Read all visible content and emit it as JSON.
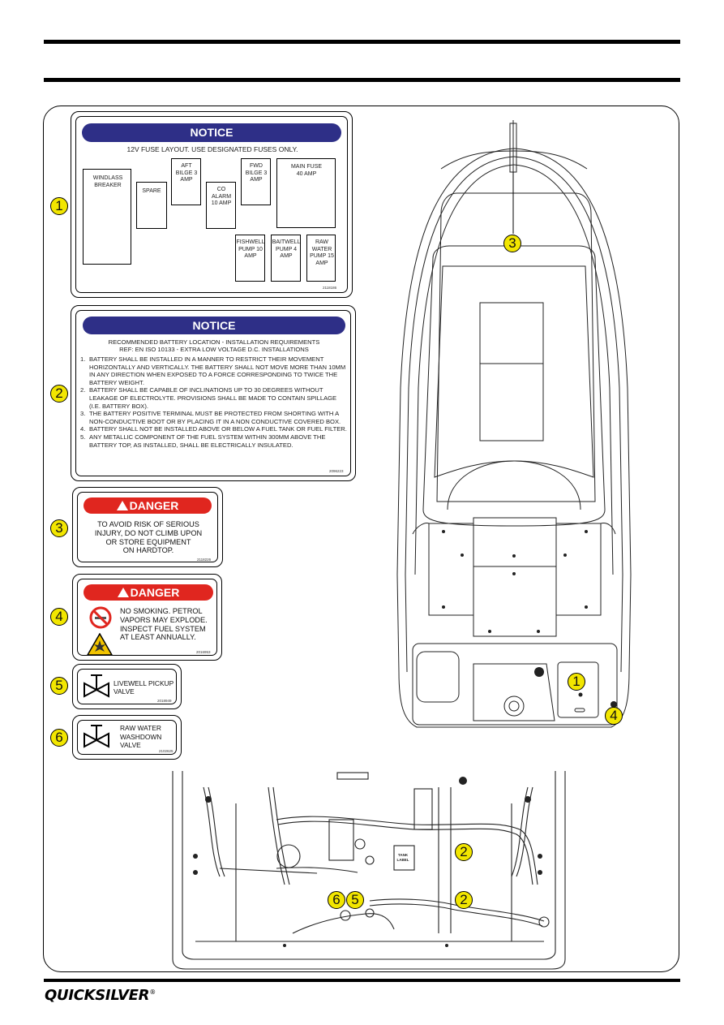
{
  "label1": {
    "callout": "1",
    "header": "NOTICE",
    "subtitle": "12V FUSE LAYOUT.  USE DESIGNATED FUSES ONLY.",
    "fuses": {
      "windlass": "WINDLASS BREAKER",
      "spare": "SPARE",
      "aft_bilge": "AFT BILGE 3 AMP",
      "co_alarm": "CO ALARM 10 AMP",
      "fwd_bilge": "FWD BILGE 3 AMP",
      "main_fuse": "MAIN FUSE 40 AMP",
      "fishwell": "FISHWELL PUMP 10 AMP",
      "baitwell": "BAITWELL PUMP 4 AMP",
      "raw_water": "RAW WATER PUMP 15 AMP"
    },
    "part_no": "2118186"
  },
  "label2": {
    "callout": "2",
    "header": "NOTICE",
    "heading1": "RECOMMENDED BATTERY LOCATION - INSTALLATION REQUIREMENTS",
    "heading2": "REF: EN ISO 10133 - EXTRA LOW VOLTAGE D.C. INSTALLATIONS",
    "items": [
      {
        "num": "1.",
        "text": "BATTERY SHALL BE INSTALLED IN A MANNER TO RESTRICT THEIR MOVEMENT HORIZONTALLY AND VERTICALLY.  THE BATTERY SHALL NOT MOVE MORE THAN 10MM IN ANY DIRECTION WHEN EXPOSED TO A FORCE CORRESPONDING TO TWICE THE BATTERY WEIGHT."
      },
      {
        "num": "2.",
        "text": "BATTERY SHALL BE CAPABLE OF INCLINATIONS UP TO 30 DEGREES WITHOUT LEAKAGE OF ELECTROLYTE.  PROVISIONS SHALL BE MADE TO CONTAIN SPILLAGE (I.E. BATTERY BOX)."
      },
      {
        "num": "3.",
        "text": "THE BATTERY POSITIVE TERMINAL MUST BE PROTECTED FROM SHORTING WITH A NON-CONDUCTIVE BOOT OR BY PLACING IT IN A NON CONDUCTIVE COVERED BOX."
      },
      {
        "num": "4.",
        "text": "BATTERY SHALL NOT BE INSTALLED ABOVE OR BELOW A FUEL TANK OR FUEL FILTER."
      },
      {
        "num": "5.",
        "text": "ANY METALLIC COMPONENT OF THE FUEL SYSTEM WITHIN 300MM ABOVE THE BATTERY TOP, AS INSTALLED, SHALL BE ELECTRICALLY INSULATED."
      }
    ],
    "part_no": "2096223"
  },
  "label3": {
    "callout": "3",
    "header": "DANGER",
    "lines": [
      "TO AVOID RISK OF SERIOUS",
      "INJURY, DO NOT CLIMB UPON",
      "OR STORE EQUIPMENT",
      "ON HARDTOP."
    ],
    "part_no": "2118226"
  },
  "label4": {
    "callout": "4",
    "header": "DANGER",
    "lines": [
      "NO SMOKING. PETROL",
      "VAPORS MAY EXPLODE.",
      "INSPECT FUEL SYSTEM",
      "AT LEAST ANNUALLY."
    ],
    "part_no": "2016953"
  },
  "label5": {
    "callout": "5",
    "lines": [
      "LIVEWELL PICKUP",
      "VALVE"
    ],
    "part_no": "2018949"
  },
  "label6": {
    "callout": "6",
    "lines": [
      "RAW WATER",
      "WASHDOWN",
      "VALVE"
    ],
    "part_no": "2102625"
  },
  "boat_callouts": {
    "hardtop": "3",
    "fuse_panel": "1",
    "danger_fuel": "4"
  },
  "bilge_callouts": {
    "battery_a": "2",
    "battery_b": "2",
    "washdown_valve": "6",
    "livewell_valve": "5"
  },
  "bilge_tank_label": "TANK LABEL",
  "footer": {
    "brand": "QUICKSILVER",
    "mark": "®"
  }
}
